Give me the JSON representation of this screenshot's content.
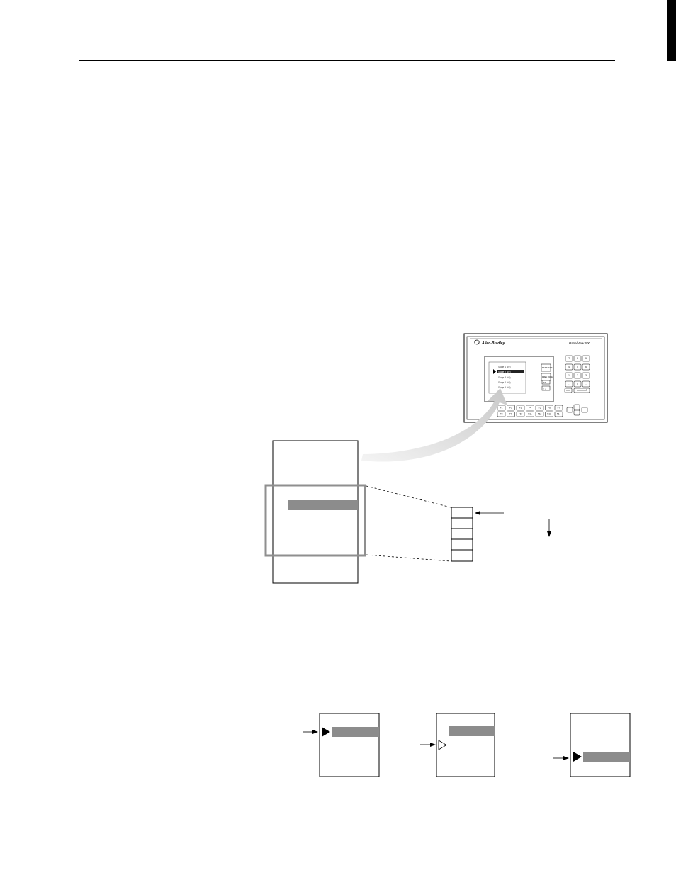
{
  "page": {
    "header_rule": true,
    "edge_tab": true
  },
  "terminal": {
    "brand": "Allen-Bradley",
    "model": "PanelView 600",
    "screen_list": [
      "Stage 1 (##)",
      "Stage 2 (##)",
      "Stage 3 (##)",
      "Stage 4 (##)",
      "Stage 5 (##)"
    ],
    "screen_buttons": [
      "NEXT PAGE",
      "PREV PAGE",
      "SEL",
      "↑↓"
    ],
    "function_keys": [
      "F1",
      "F2",
      "F3",
      "F4",
      "F5",
      "F6",
      "F7",
      "F8",
      "F9",
      "F10",
      "F11",
      "F12",
      "F13",
      "F14"
    ],
    "keypad": [
      "7",
      "8",
      "9",
      "4",
      "5",
      "6",
      "1",
      "2",
      "3",
      ".",
      "0",
      "-"
    ]
  },
  "colors": {
    "highlight_bar": "#8c8c8c",
    "window_frame": "#8f8f8f",
    "arrow_gradient_start": "#f2f2f2",
    "arrow_gradient_end": "#cfcfcf"
  }
}
